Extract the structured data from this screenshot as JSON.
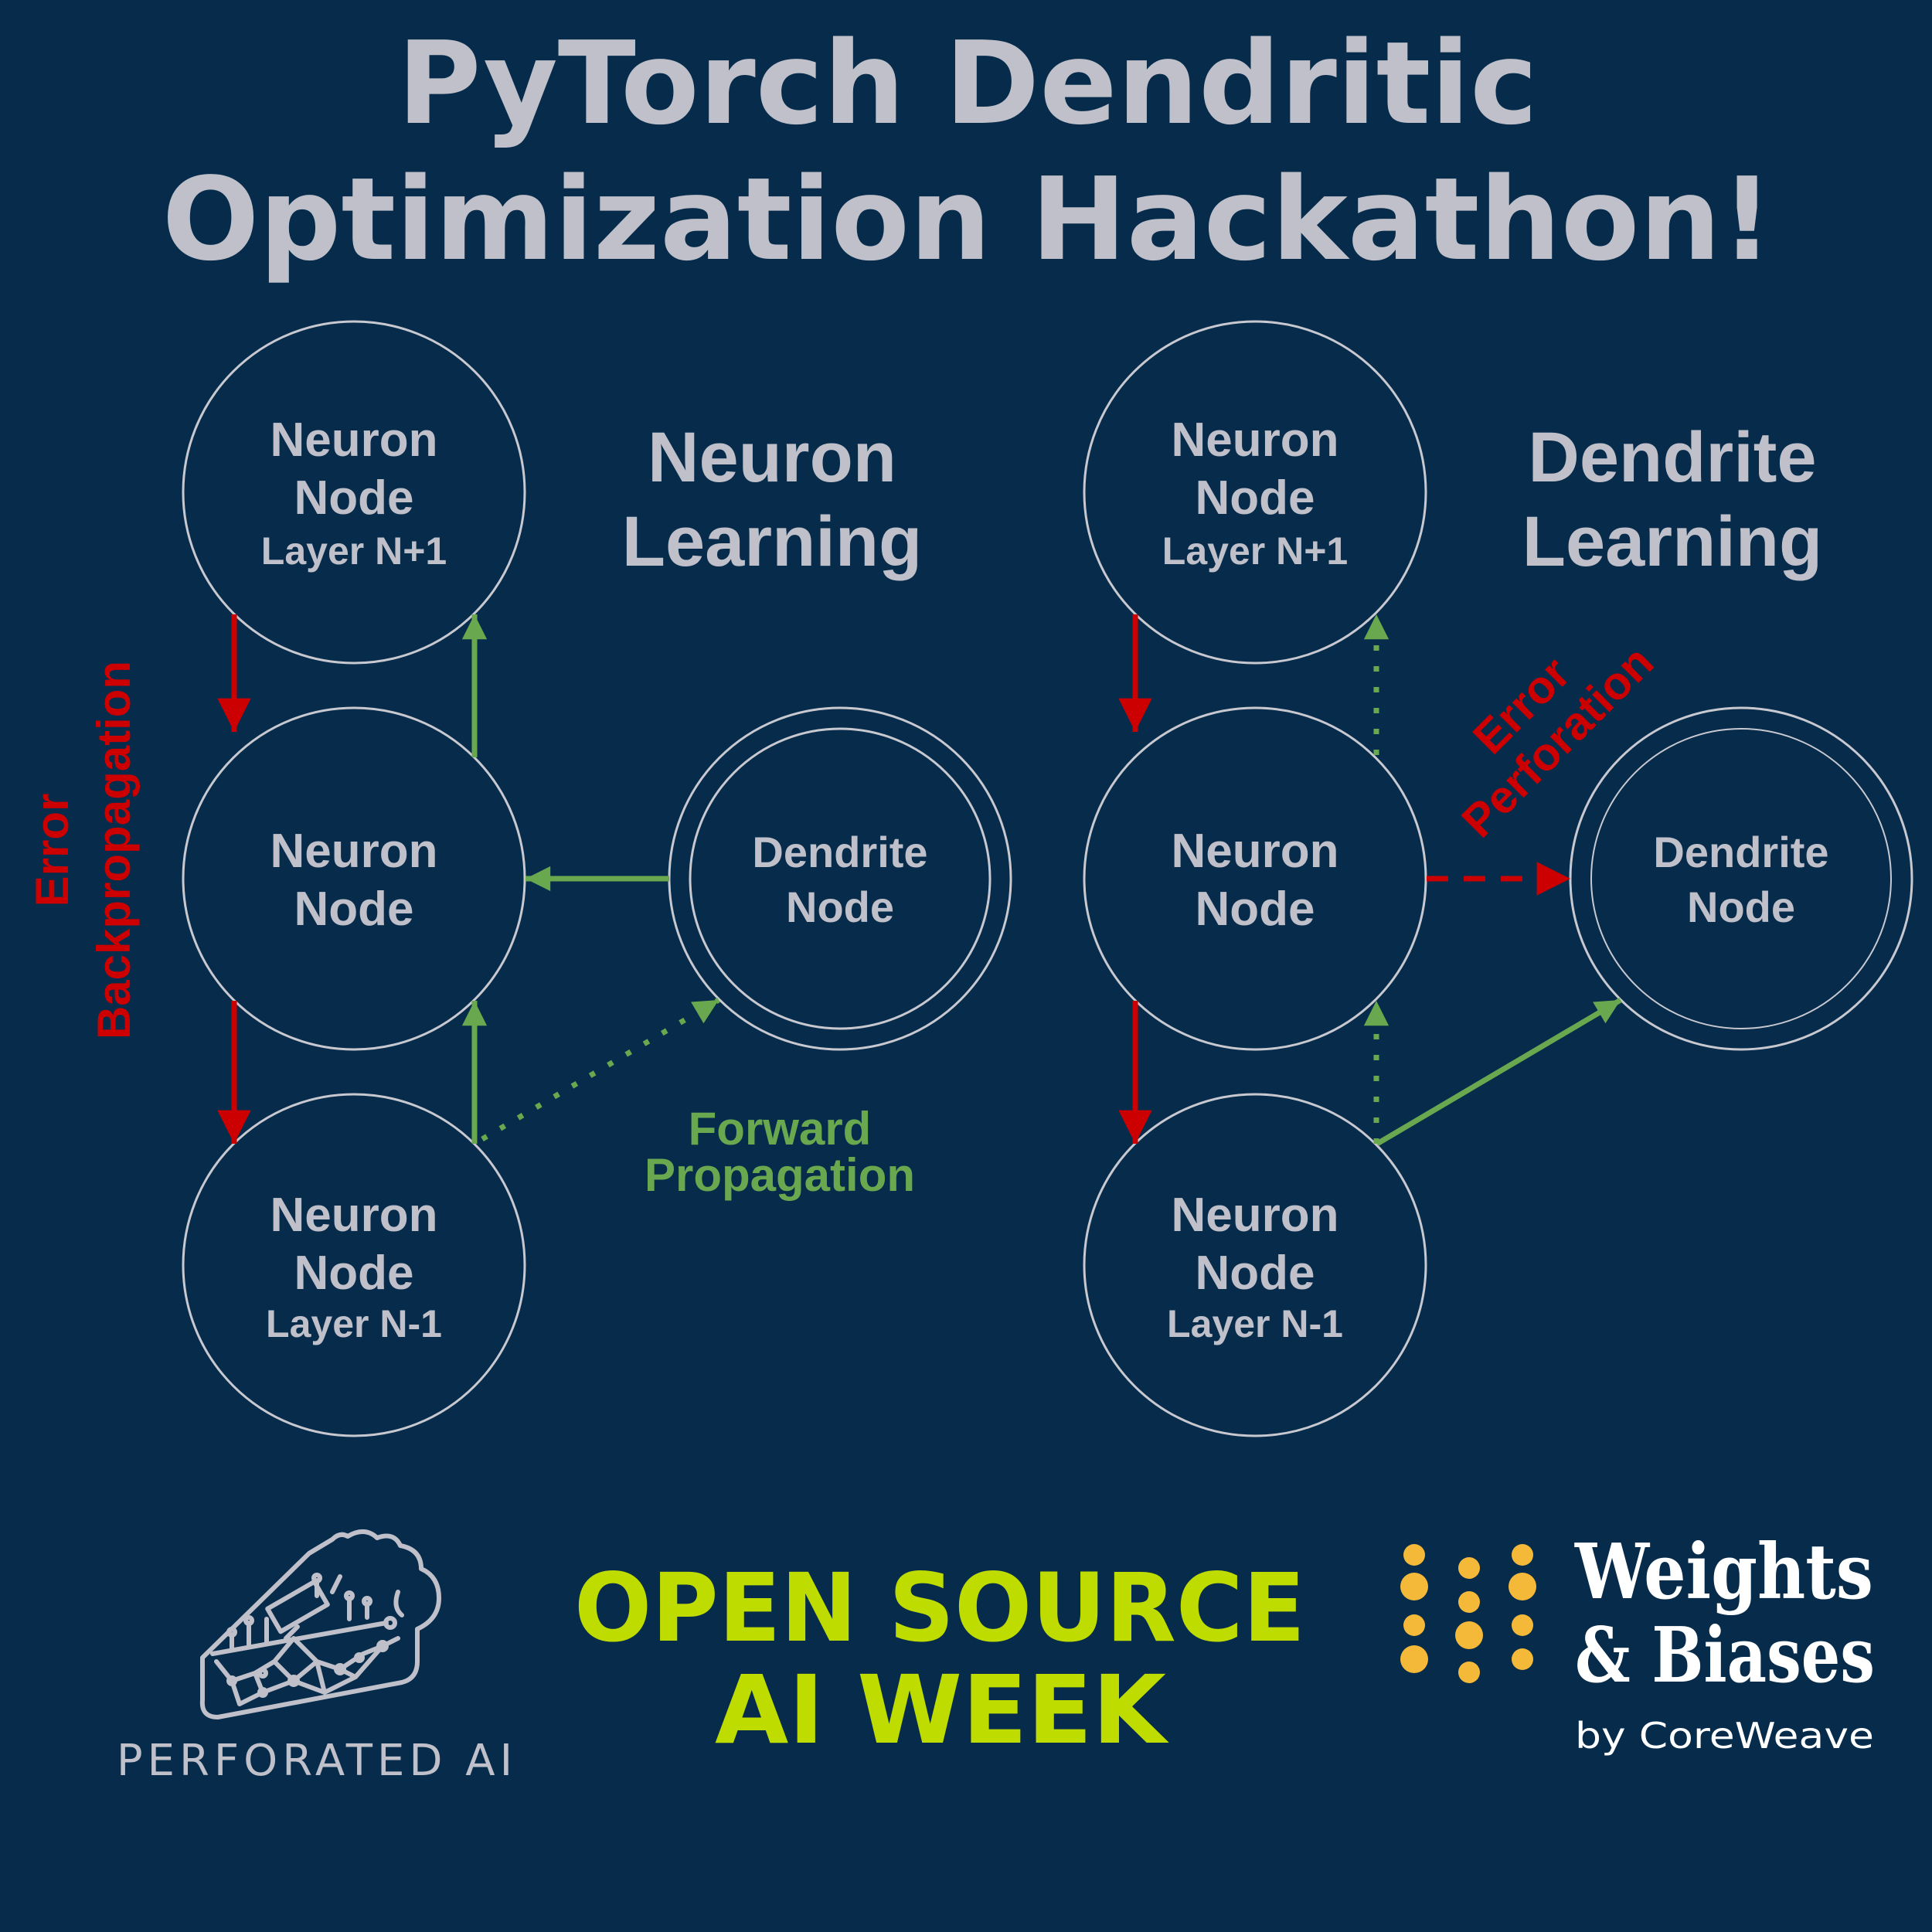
{
  "title": {
    "line1": "PyTorch Dendritic",
    "line2": "Optimization Hackathon!"
  },
  "colors": {
    "background": "#062B4B",
    "text": "#BFC0C9",
    "node_stroke": "#C8C9D0",
    "error_red": "#CC0000",
    "forward_green": "#6AA84F",
    "event_lime": "#BEDC00",
    "wb_gold": "#F5B93A",
    "wb_text": "#FFFFFF"
  },
  "left_panel": {
    "heading_line1": "Neuron",
    "heading_line2": "Learning",
    "side_label_line1": "Error",
    "side_label_line2": "Backpropagation",
    "forward_label_line1": "Forward",
    "forward_label_line2": "Propagation",
    "nodes": {
      "top": {
        "line1": "Neuron",
        "line2": "Node",
        "line3": "Layer N+1"
      },
      "middle": {
        "line1": "Neuron",
        "line2": "Node"
      },
      "bottom": {
        "line1": "Neuron",
        "line2": "Node",
        "line3": "Layer N-1"
      },
      "dendrite": {
        "line1": "Dendrite",
        "line2": "Node"
      }
    }
  },
  "right_panel": {
    "heading_line1": "Dendrite",
    "heading_line2": "Learning",
    "perforation_label_line1": "Error",
    "perforation_label_line2": "Perforation",
    "nodes": {
      "top": {
        "line1": "Neuron",
        "line2": "Node",
        "line3": "Layer N+1"
      },
      "middle": {
        "line1": "Neuron",
        "line2": "Node"
      },
      "bottom": {
        "line1": "Neuron",
        "line2": "Node",
        "line3": "Layer N-1"
      },
      "dendrite": {
        "line1": "Dendrite",
        "line2": "Node"
      }
    }
  },
  "footer": {
    "perforated_ai": {
      "wordmark": "PERFORATED AI",
      "logo_icon": "pie-slice-circuit-icon"
    },
    "open_source_ai_week": {
      "line1": "OPEN SOURCE",
      "line2": "AI WEEK"
    },
    "weights_biases": {
      "line1": "Weights",
      "line2": "& Biases",
      "tagline": "by CoreWeave",
      "logo_icon": "dot-grid-icon"
    }
  }
}
